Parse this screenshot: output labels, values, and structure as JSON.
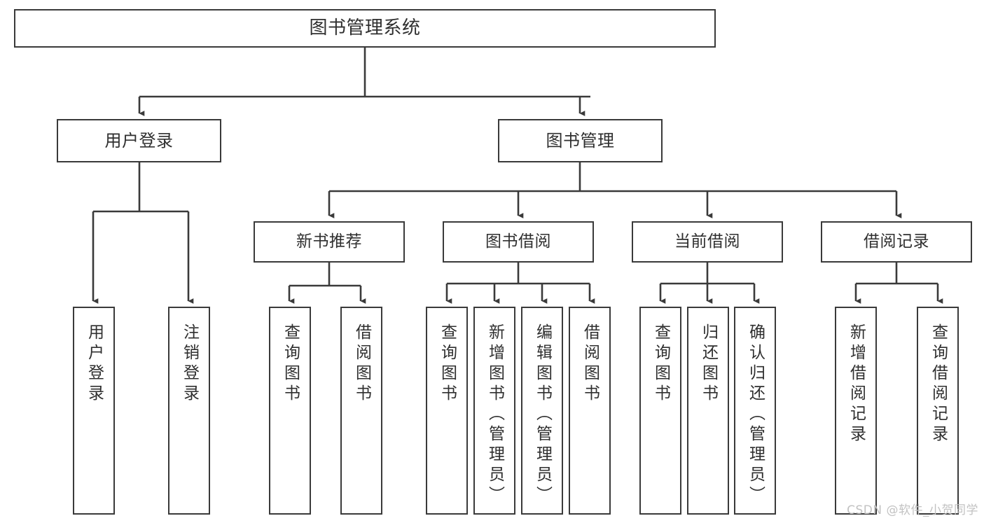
{
  "diagram": {
    "title": "图书管理系统",
    "type": "tree-hierarchy",
    "watermark": "CSDN @软件_小贺同学",
    "colors": {
      "background": "#ffffff",
      "box_border": "#3a3a3a",
      "box_fill": "#ffffff",
      "text": "#2f2f2f",
      "edge": "#3a3a3a",
      "watermark": "#c2c2c2"
    },
    "nodes": {
      "root": {
        "label": "图书管理系统"
      },
      "level1": [
        {
          "id": "user-login",
          "label": "用户登录"
        },
        {
          "id": "book-manage",
          "label": "图书管理"
        }
      ],
      "level2": [
        {
          "id": "new-book-recommend",
          "label": "新书推荐"
        },
        {
          "id": "book-borrow",
          "label": "图书借阅"
        },
        {
          "id": "current-borrow",
          "label": "当前借阅"
        },
        {
          "id": "borrow-record",
          "label": "借阅记录"
        }
      ],
      "leaves": {
        "user-login": [
          {
            "id": "leaf-user-login",
            "label": "用户登录"
          },
          {
            "id": "leaf-logout-login",
            "label": "注销登录"
          }
        ],
        "new-book-recommend": [
          {
            "id": "leaf-query-book-1",
            "label": "查询图书"
          },
          {
            "id": "leaf-borrow-book-1",
            "label": "借阅图书"
          }
        ],
        "book-borrow": [
          {
            "id": "leaf-query-book-2",
            "label": "查询图书"
          },
          {
            "id": "leaf-add-book",
            "label": "新增图书（管理员）"
          },
          {
            "id": "leaf-edit-book",
            "label": "编辑图书（管理员）"
          },
          {
            "id": "leaf-borrow-book-2",
            "label": "借阅图书"
          }
        ],
        "current-borrow": [
          {
            "id": "leaf-query-book-3",
            "label": "查询图书"
          },
          {
            "id": "leaf-return-book",
            "label": "归还图书"
          },
          {
            "id": "leaf-confirm-return",
            "label": "确认归还（管理员）"
          }
        ],
        "borrow-record": [
          {
            "id": "leaf-add-record",
            "label": "新增借阅记录"
          },
          {
            "id": "leaf-query-record",
            "label": "查询借阅记录"
          }
        ]
      }
    }
  }
}
